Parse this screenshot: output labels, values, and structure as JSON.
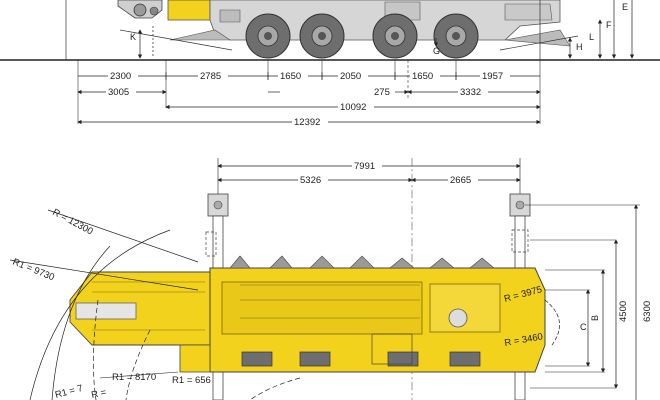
{
  "side_view": {
    "dimensions": {
      "d2300": "2300",
      "d2785": "2785",
      "d1650a": "1650",
      "d2050": "2050",
      "d1650b": "1650",
      "d1957": "1957",
      "d3005": "3005",
      "d275": "275",
      "d3332": "3332",
      "d10092": "10092",
      "d12392": "12392"
    },
    "letters": {
      "K": "K",
      "G": "G",
      "H": "H",
      "L": "L",
      "F": "F",
      "E": "E"
    }
  },
  "top_view": {
    "dimensions": {
      "d7991": "7991",
      "d5326": "5326",
      "d2665": "2665",
      "d4500": "4500",
      "d6300": "6300"
    },
    "letters": {
      "C": "C",
      "B": "B"
    },
    "radii": {
      "r12300": "R = 12300",
      "r9730": "R1 = 9730",
      "r3975": "R = 3975",
      "r3460": "R = 3460",
      "r8170": "R1 = 8170",
      "r656": "R1 = 656",
      "r1_partial": "R1 = 7",
      "r_partial": "R ="
    }
  },
  "colors": {
    "crane_yellow": "#f2d21c",
    "crane_yellow_dark": "#d9b400",
    "tire": "#6e6e6e",
    "line": "#222222"
  }
}
